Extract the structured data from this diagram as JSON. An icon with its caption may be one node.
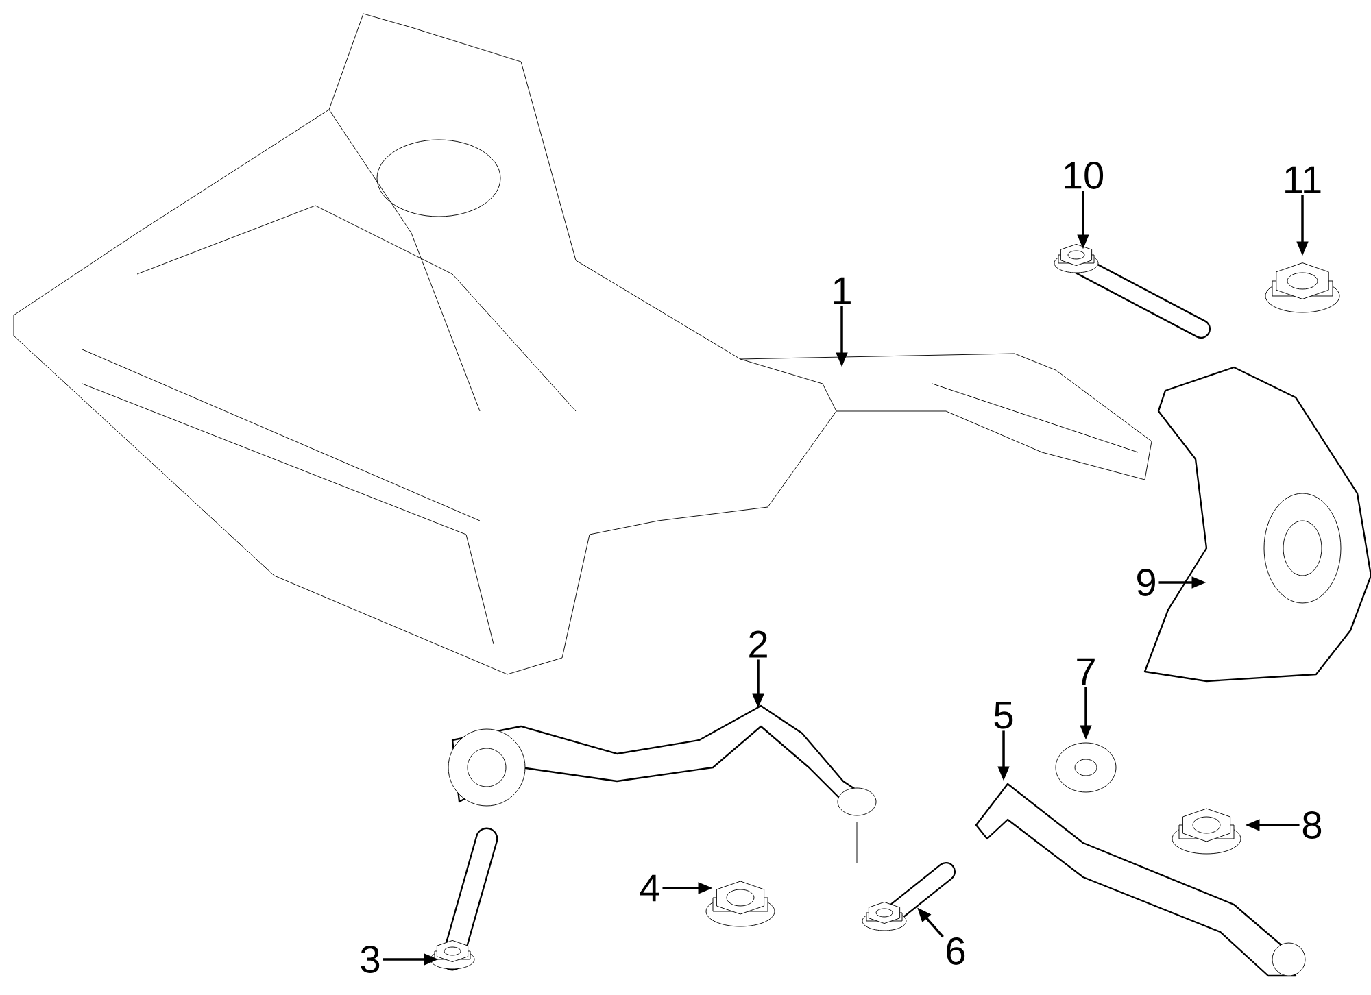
{
  "diagram": {
    "nodes": [
      {
        "text": [
          "1"
        ]
      },
      {
        "text": [
          "2"
        ]
      },
      {
        "text": [
          "3"
        ]
      },
      {
        "text": [
          "4"
        ]
      },
      {
        "text": [
          "5"
        ]
      },
      {
        "text": [
          "6"
        ]
      },
      {
        "text": [
          "7"
        ]
      },
      {
        "text": [
          "8"
        ]
      },
      {
        "text": [
          "9"
        ]
      },
      {
        "text": [
          "10"
        ]
      },
      {
        "text": [
          "11"
        ]
      },
      {
        "text": [],
        "shape": "picture"
      },
      {
        "text": [],
        "shape": "picture"
      },
      {
        "text": [],
        "shape": "picture"
      },
      {
        "text": [],
        "shape": "picture"
      },
      {
        "text": [],
        "shape": "picture"
      },
      {
        "text": [],
        "shape": "picture"
      },
      {
        "text": [],
        "shape": "picture"
      },
      {
        "text": [],
        "shape": "picture"
      },
      {
        "text": [],
        "shape": "picture"
      },
      {
        "text": [],
        "shape": "picture"
      },
      {
        "text": [],
        "shape": "picture"
      }
    ],
    "edges": [
      {
        "from": 0,
        "to": 11,
        "arrow": "to"
      },
      {
        "from": 1,
        "to": 12,
        "arrow": "to"
      },
      {
        "from": 2,
        "to": 13,
        "arrow": "to"
      },
      {
        "from": 3,
        "to": 14,
        "arrow": "to"
      },
      {
        "from": 4,
        "to": 15,
        "arrow": "to"
      },
      {
        "from": 5,
        "to": 16,
        "arrow": "to"
      },
      {
        "from": 6,
        "to": 17,
        "arrow": "to"
      },
      {
        "from": 7,
        "to": 18,
        "arrow": "to"
      },
      {
        "from": 8,
        "to": 19,
        "arrow": "to"
      },
      {
        "from": 9,
        "to": 20,
        "arrow": "to"
      },
      {
        "from": 10,
        "to": 21,
        "arrow": "to"
      }
    ]
  }
}
